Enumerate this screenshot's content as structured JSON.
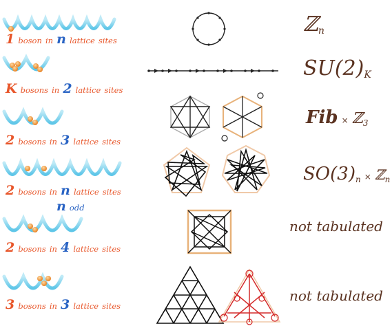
{
  "rows": [
    {
      "num": "1",
      "word1": "boson",
      "word2": "in",
      "sites": "n",
      "word3": "lattice",
      "word4": "sites",
      "extra": ""
    },
    {
      "num": "K",
      "word1": "bosons",
      "word2": "in",
      "sites": "2",
      "word3": "lattice",
      "word4": "sites",
      "extra": ""
    },
    {
      "num": "2",
      "word1": "bosons",
      "word2": "in",
      "sites": "3",
      "word3": "lattice",
      "word4": "sites",
      "extra": ""
    },
    {
      "num": "2",
      "word1": "bosons",
      "word2": "in",
      "sites": "n",
      "word3": "lattice",
      "word4": "sites",
      "extra": "n",
      "extra_word": "odd"
    },
    {
      "num": "2",
      "word1": "bosons",
      "word2": "in",
      "sites": "4",
      "word3": "lattice",
      "word4": "sites",
      "extra": ""
    },
    {
      "num": "3",
      "word1": "bosons",
      "word2": "in",
      "sites": "3",
      "word3": "lattice",
      "word4": "sites",
      "extra": ""
    }
  ],
  "groups": [
    {
      "label": "ℤ",
      "sub": "n"
    },
    {
      "label": "SU(2)",
      "sub": "K"
    },
    {
      "label": "Fib",
      "times": "×",
      "label2": "ℤ",
      "sub2": "3"
    },
    {
      "label": "SO(3)",
      "sub": "n",
      "times": "×",
      "label2": "ℤ",
      "sub2": "n"
    },
    {
      "label": "not tabulated"
    },
    {
      "label": "not tabulated"
    }
  ],
  "colors": {
    "orange": "#e8562a",
    "blue": "#2a64c4",
    "brown": "#5a3220",
    "red": "#d42a2a",
    "tan": "#e8b27a",
    "well": "#7fd3ee",
    "boson": "#f0a040"
  }
}
